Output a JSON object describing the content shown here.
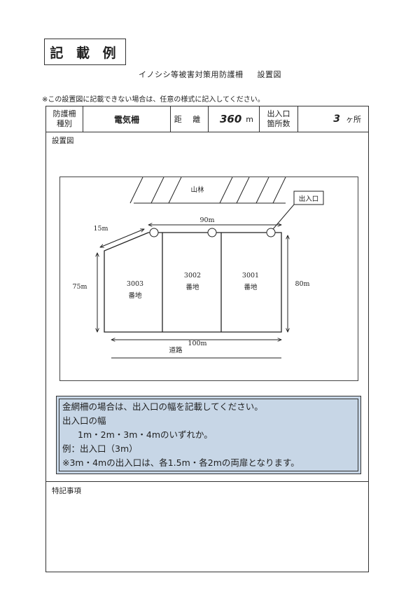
{
  "stamp": "記 載 例",
  "title": {
    "main": "イノシシ等被害対策用防護柵",
    "sub": "設置図"
  },
  "note": "※この設置図に記載できない場合は、任意の様式に記入してください。",
  "header": {
    "fence_type_label_1": "防護柵",
    "fence_type_label_2": "種別",
    "fence_type_value": "電気柵",
    "distance_label": "距 離",
    "distance_value": "360",
    "distance_unit": "m",
    "entrance_label_1": "出入口",
    "entrance_label_2": "箇所数",
    "entrance_value": "3",
    "entrance_unit": "ヶ所"
  },
  "layout_label": "設置図",
  "diagram": {
    "forest": "山林",
    "entrance": "出入口",
    "dim_top": "90m",
    "dim_diag": "15m",
    "dim_left": "75m",
    "dim_right": "80m",
    "dim_bottom": "100m",
    "road": "道路",
    "lots": [
      {
        "no": "3003",
        "suffix": "番地"
      },
      {
        "no": "3002",
        "suffix": "番地"
      },
      {
        "no": "3001",
        "suffix": "番地"
      }
    ]
  },
  "info": {
    "line1": "金網柵の場合は、出入口の幅を記載してください。",
    "line2": "出入口の幅",
    "line3": "1m・2m・3m・4mのいずれか。",
    "line4": "例：出入口（3m）",
    "line5": "※3m・4mの出入口は、各1.5m・各2mの両扉となります。"
  },
  "notes_label": "特記事項",
  "colors": {
    "info_bg": "#c7d6e6",
    "border": "#333333"
  }
}
